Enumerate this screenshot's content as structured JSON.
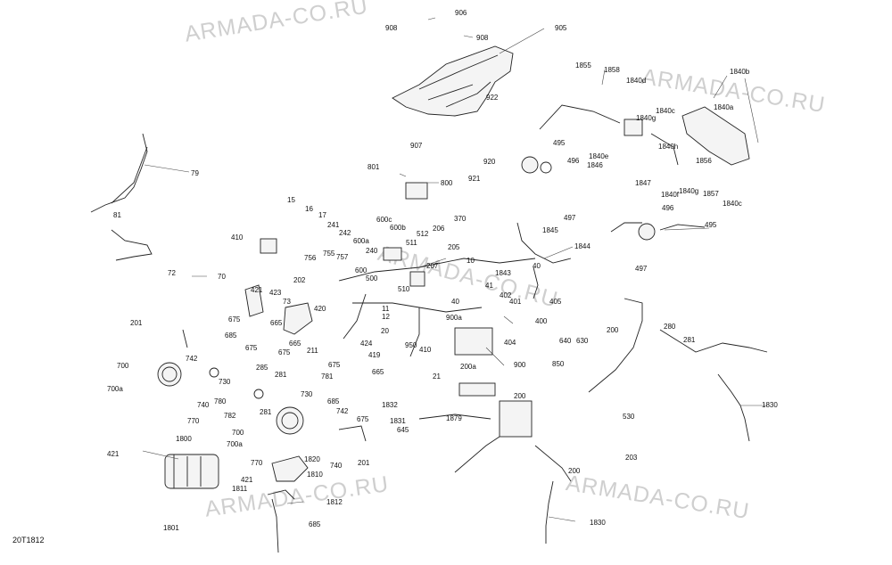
{
  "diagram": {
    "drawing_code": "20T1812",
    "watermark_text": "ARMADA-CO.RU",
    "callouts": [
      "906",
      "908",
      "908",
      "905",
      "1855",
      "1858",
      "1840b",
      "1840d",
      "1840a",
      "922",
      "1840g",
      "1840c",
      "907",
      "495",
      "1840h",
      "496",
      "1840e",
      "1846",
      "1856",
      "920",
      "1847",
      "801",
      "1840f",
      "1840g",
      "1857",
      "921",
      "79",
      "800",
      "1840c",
      "15",
      "16",
      "17",
      "600c",
      "370",
      "241",
      "242",
      "600b",
      "206",
      "512",
      "600a",
      "205",
      "511",
      "410",
      "756",
      "755",
      "757",
      "240",
      "207",
      "10",
      "81",
      "600",
      "1843",
      "1845",
      "1844",
      "40",
      "72",
      "70",
      "202",
      "500",
      "510",
      "41",
      "421",
      "423",
      "73",
      "420",
      "11",
      "12",
      "40",
      "402",
      "401",
      "405",
      "675",
      "665",
      "900a",
      "404",
      "400",
      "201",
      "685",
      "675",
      "665",
      "675",
      "211",
      "424",
      "950",
      "20",
      "419",
      "742",
      "675",
      "665",
      "410",
      "21",
      "900",
      "700",
      "730",
      "285",
      "281",
      "781",
      "200a",
      "730",
      "700a",
      "685",
      "740",
      "780",
      "742",
      "782",
      "281",
      "1832",
      "675",
      "770",
      "1831",
      "1879",
      "700",
      "645",
      "700a",
      "201",
      "1800",
      "1820",
      "740",
      "770",
      "200",
      "421",
      "1810",
      "421",
      "1811",
      "1812",
      "1801",
      "685",
      "1830",
      "1830",
      "497",
      "496",
      "495",
      "497",
      "280",
      "200",
      "281",
      "640",
      "630",
      "850",
      "530",
      "203",
      "200"
    ]
  }
}
